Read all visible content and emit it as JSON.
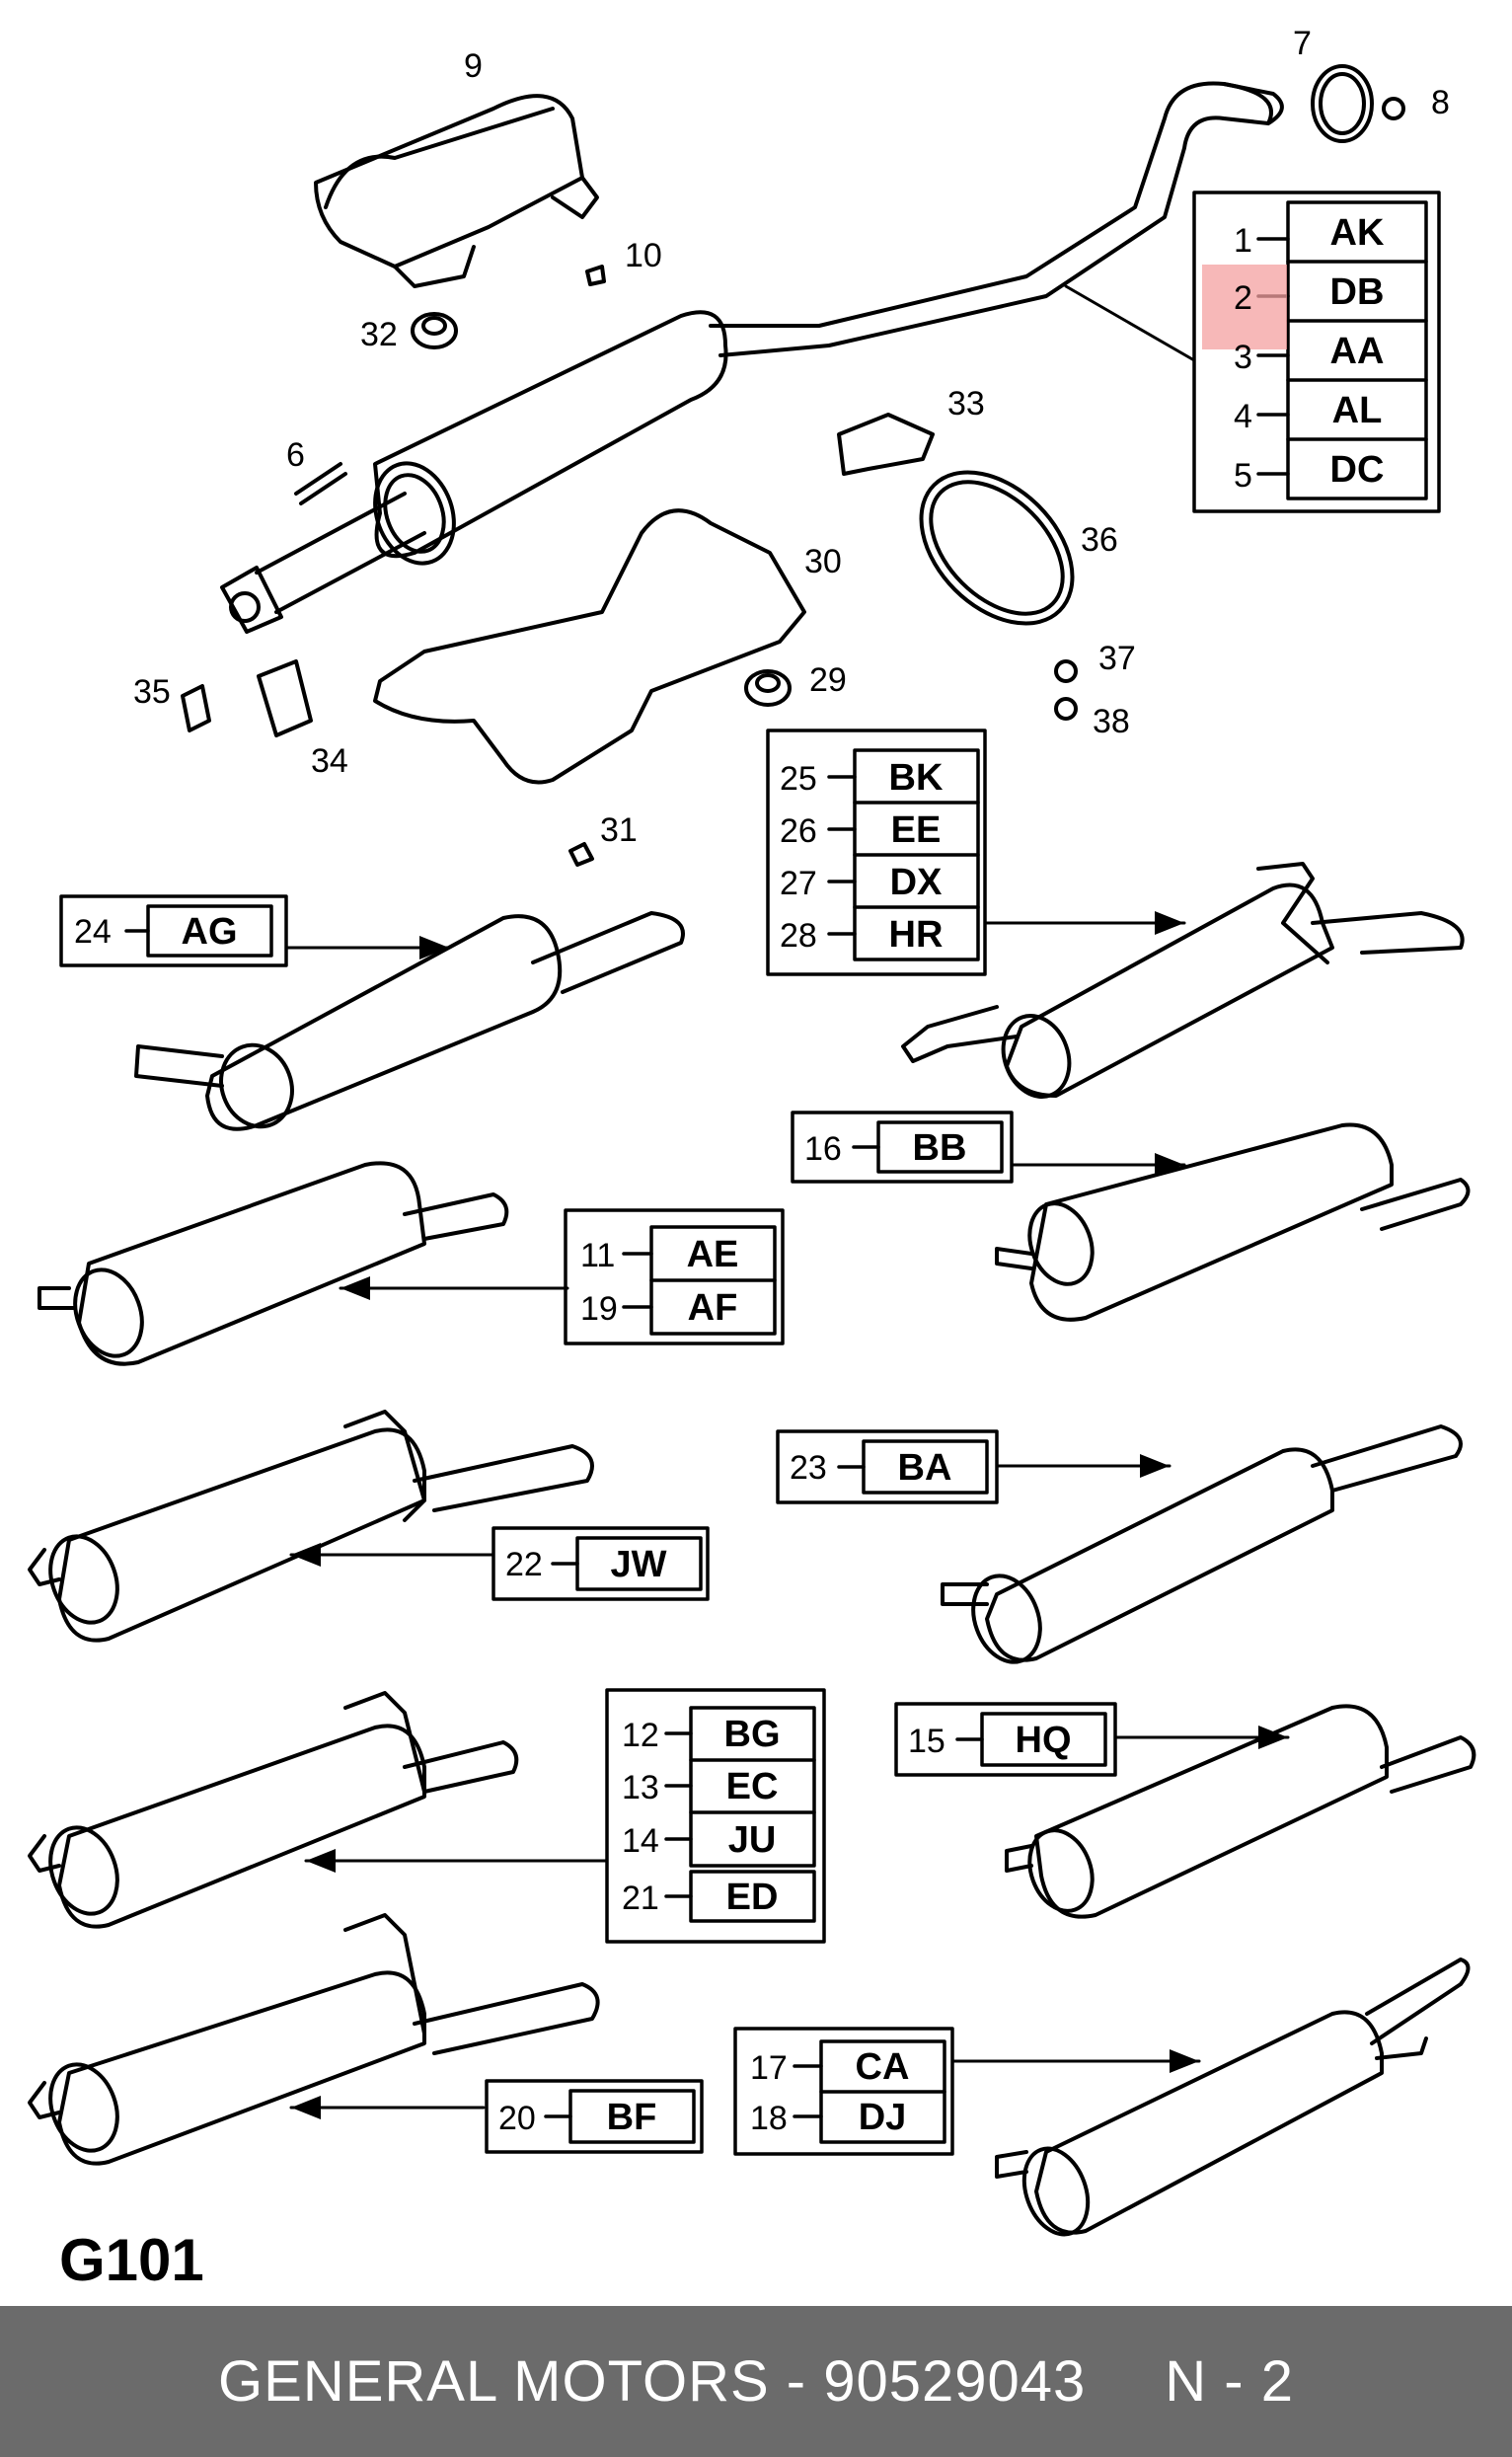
{
  "diagram": {
    "code": "G101",
    "highlight_color": "#f4a0a0",
    "part_numbers": [
      "1",
      "2",
      "3",
      "4",
      "5",
      "6",
      "7",
      "8",
      "9",
      "10",
      "29",
      "30",
      "31",
      "32",
      "33",
      "34",
      "35",
      "36",
      "37",
      "38"
    ],
    "tables": [
      {
        "rows": [
          {
            "num": "1",
            "code": "AK"
          },
          {
            "num": "2",
            "code": "DB",
            "highlighted": true
          },
          {
            "num": "3",
            "code": "AA"
          },
          {
            "num": "4",
            "code": "AL"
          },
          {
            "num": "5",
            "code": "DC"
          }
        ]
      },
      {
        "rows": [
          {
            "num": "25",
            "code": "BK"
          },
          {
            "num": "26",
            "code": "EE"
          },
          {
            "num": "27",
            "code": "DX"
          },
          {
            "num": "28",
            "code": "HR"
          }
        ]
      },
      {
        "rows": [
          {
            "num": "24",
            "code": "AG"
          }
        ]
      },
      {
        "rows": [
          {
            "num": "16",
            "code": "BB"
          }
        ]
      },
      {
        "rows": [
          {
            "num": "11",
            "code": "AE"
          },
          {
            "num": "19",
            "code": "AF"
          }
        ]
      },
      {
        "rows": [
          {
            "num": "23",
            "code": "BA"
          }
        ]
      },
      {
        "rows": [
          {
            "num": "22",
            "code": "JW"
          }
        ]
      },
      {
        "rows": [
          {
            "num": "12",
            "code": "BG"
          },
          {
            "num": "13",
            "code": "EC"
          },
          {
            "num": "14",
            "code": "JU"
          },
          {
            "num": "21",
            "code": "ED"
          }
        ]
      },
      {
        "rows": [
          {
            "num": "15",
            "code": "HQ"
          }
        ]
      },
      {
        "rows": [
          {
            "num": "20",
            "code": "BF"
          }
        ]
      },
      {
        "rows": [
          {
            "num": "17",
            "code": "CA"
          },
          {
            "num": "18",
            "code": "DJ"
          }
        ]
      }
    ]
  },
  "footer": {
    "brand_part": "GENERAL MOTORS - 90529043",
    "page": "N - 2"
  }
}
